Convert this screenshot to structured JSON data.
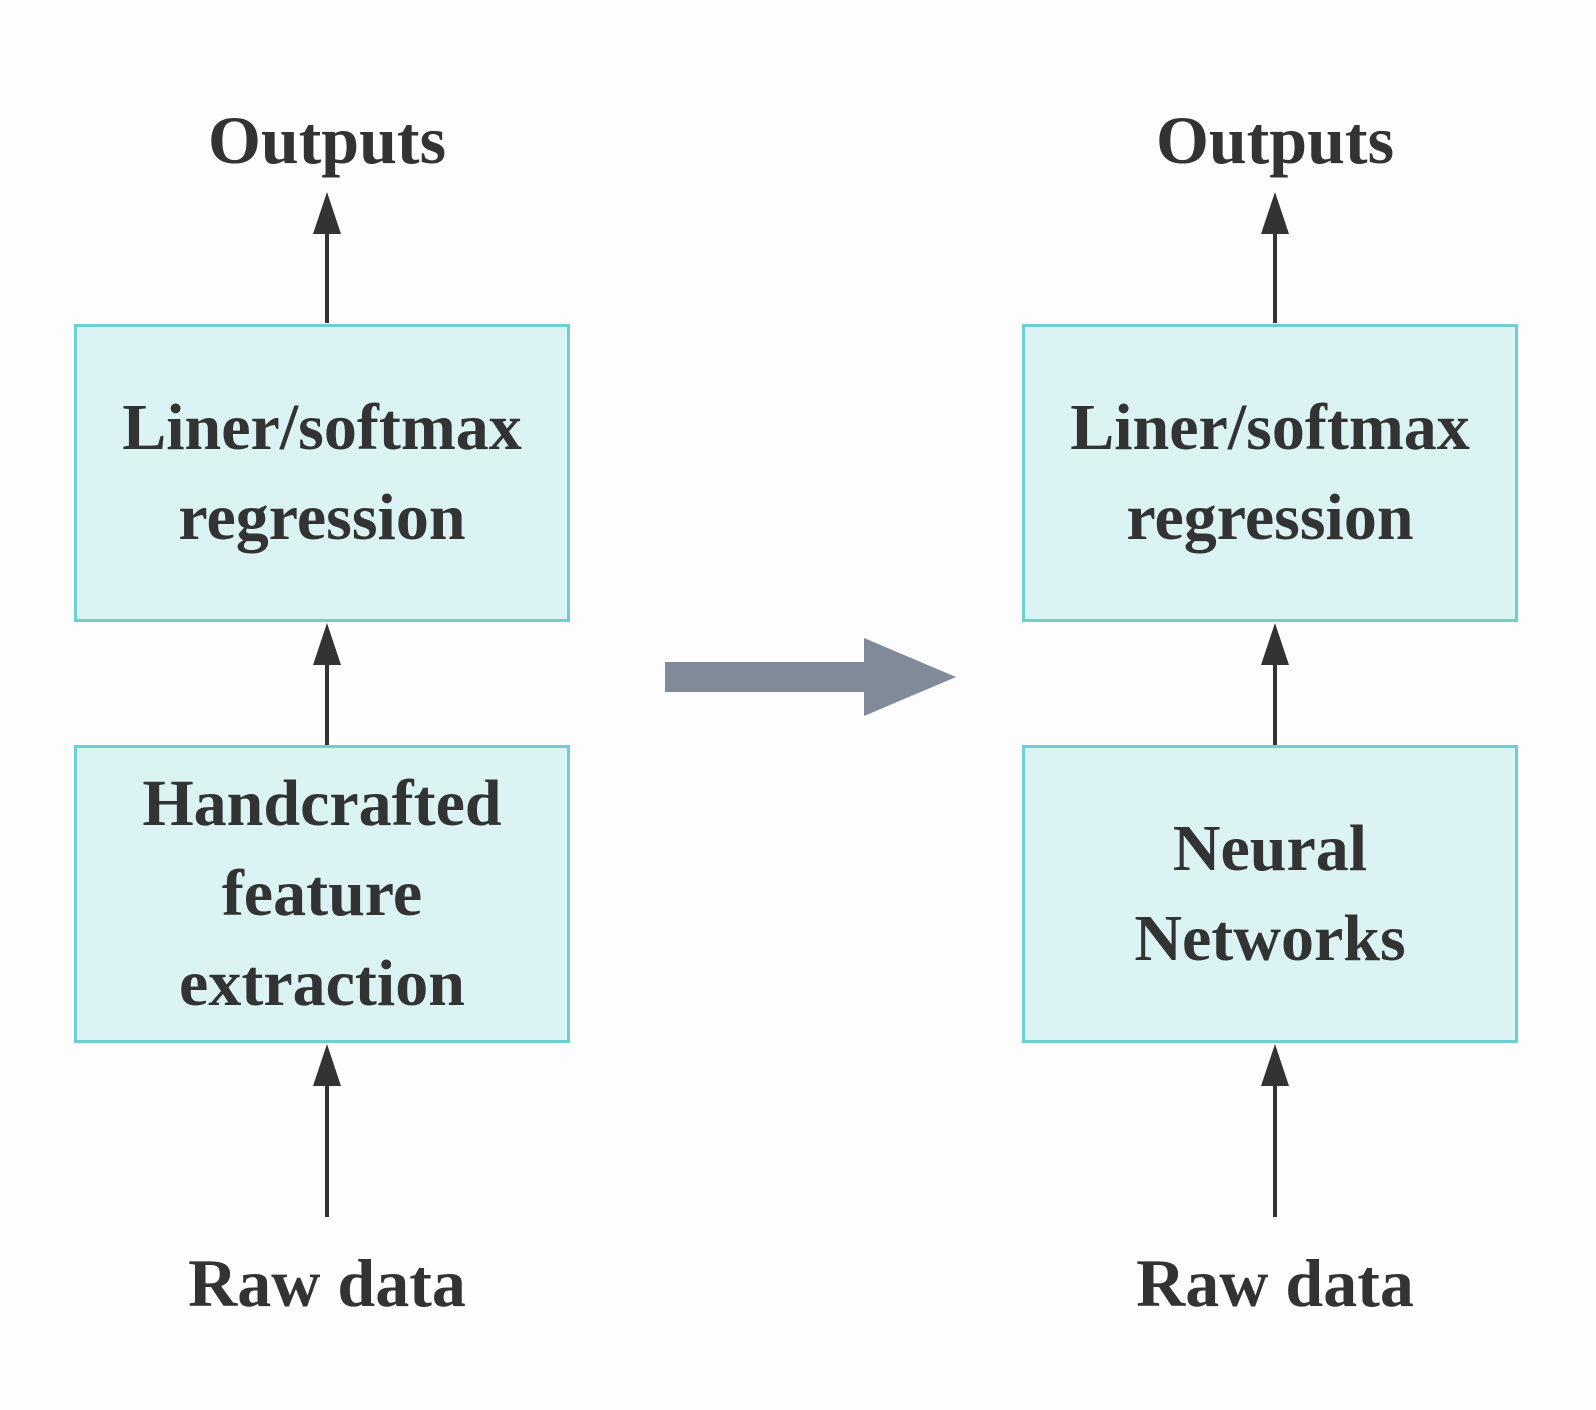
{
  "left_column": {
    "top_label": "Outputs",
    "upper_box": [
      "Liner/softmax",
      "regression"
    ],
    "lower_box": [
      "Handcrafted",
      "feature",
      "extraction"
    ],
    "bottom_label": "Raw data"
  },
  "right_column": {
    "top_label": "Outputs",
    "upper_box": [
      "Liner/softmax",
      "regression"
    ],
    "lower_box": [
      "Neural",
      "Networks"
    ],
    "bottom_label": "Raw data"
  },
  "colors": {
    "box_fill": "#dbf3f3",
    "box_border": "#6ccfd3",
    "text": "#333333",
    "flow_arrow": "#808a98",
    "connector": "#333333"
  }
}
